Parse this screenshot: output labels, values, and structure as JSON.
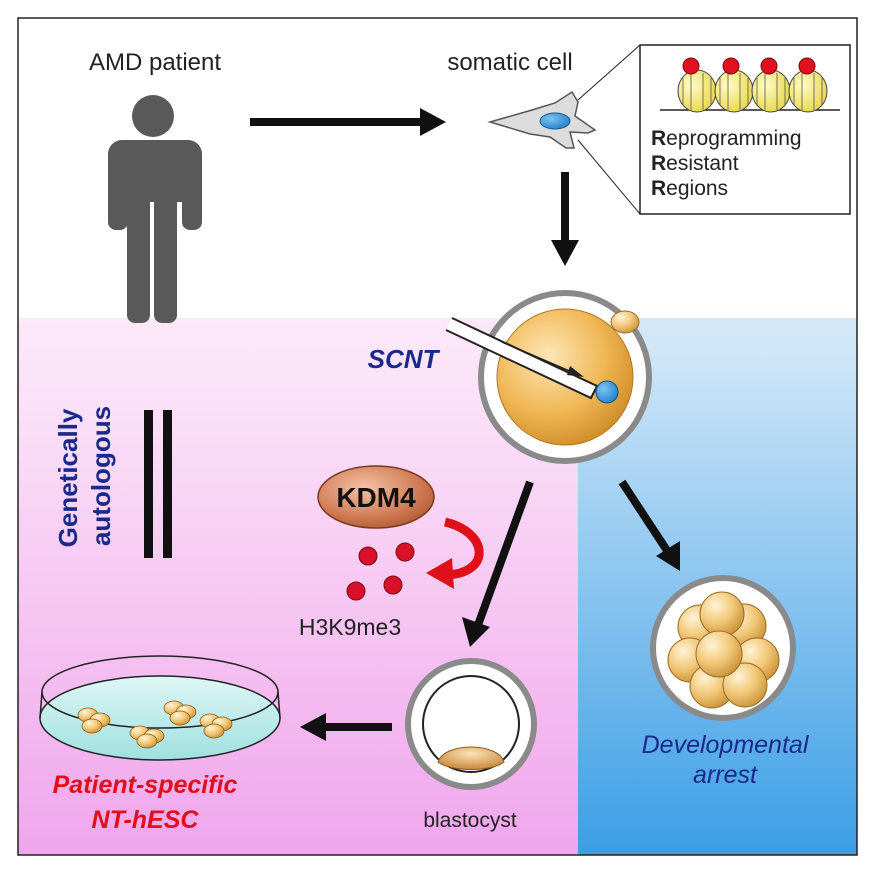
{
  "labels": {
    "patient": "AMD patient",
    "somatic_cell": "somatic cell",
    "rrr_line1_initial": "R",
    "rrr_line1_rest": "eprogramming",
    "rrr_line2_initial": "R",
    "rrr_line2_rest": "esistant",
    "rrr_line3_initial": "R",
    "rrr_line3_rest": "egions",
    "scnt": "SCNT",
    "kdm4": "KDM4",
    "h3k9me3": "H3K9me3",
    "genetically": "Genetically",
    "autologous": "autologous",
    "blastocyst": "blastocyst",
    "patient_specific_line1": "Patient-specific",
    "patient_specific_line2": "NT-hESC",
    "developmental_line1": "Developmental",
    "developmental_line2": "arrest"
  },
  "colors": {
    "pink_gradient_top": "#ffffff",
    "pink_gradient_bottom": "#f0a6ec",
    "blue_gradient_top": "#ffffff",
    "blue_gradient_bottom": "#3b9ee6",
    "label_navy": "#1a2a8a",
    "label_red": "#e0101a",
    "figure_dark": "#555555",
    "egg_gold": "#e8a53c",
    "nucleus_blue": "#2a8fd6",
    "kdm4_fill": "#c8724a",
    "h3k9me3_dot": "#d8102a"
  }
}
